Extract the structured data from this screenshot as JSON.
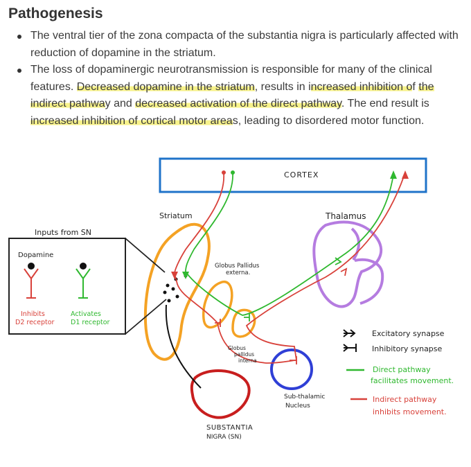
{
  "heading": "Pathogenesis",
  "bullet1": {
    "text": "The ventral tier of the zona compacta of the substantia nigra is particularly affected with reduction of dopamine in the striatum."
  },
  "bullet2": {
    "p1": "The loss of dopaminergic neurotransmission is responsible for many of the clinical features. ",
    "h1": "Decreased dopamine in the striatum",
    "p2": ", results in i",
    "h2": "ncreased inhibition o",
    "p3": "f ",
    "h3": "the indirect pathwa",
    "p4": "y and ",
    "h4": "decreased activation of the direct pathway",
    "p5": ". The end result is ",
    "h5": "increased inhibition of cortical motor area",
    "p6": "s, leading to disordered motor function."
  },
  "diagram": {
    "cortex": "CORTEX",
    "striatum": "Striatum",
    "thalamus": "Thalamus",
    "inputs_title": "Inputs from SN",
    "dopamine": "Dopamine",
    "inhibits_line1": "Inhibits",
    "inhibits_line2": "D2 receptor",
    "activates_line1": "Activates",
    "activates_line2": "D1 receptor",
    "gpe_line1": "Globus Pallidus",
    "gpe_line2": "externa.",
    "gpi_line1": "Globus",
    "gpi_line2": "pallidus",
    "gpi_line3": "interna",
    "stn_line1": "Sub-thalamic",
    "stn_line2": "Nucleus",
    "sn_line1": "SUBSTANTIA",
    "sn_line2": "NIGRA (SN)",
    "legend": {
      "excitatory": "Excitatory synapse",
      "inhibitory": "Inhibitory synapse",
      "direct_line1": "Direct pathway",
      "direct_line2": "facilitates movement.",
      "indirect_line1": "Indirect pathway",
      "indirect_line2": "inhibits movement."
    },
    "colors": {
      "cortex_box": "#1f73c9",
      "striatum": "#f4a224",
      "thalamus": "#b57ce0",
      "stn": "#2f3fd6",
      "sn": "#c81e1e",
      "direct": "#2fb82f",
      "indirect": "#d8413a",
      "highlight": "#f7f28a"
    }
  }
}
